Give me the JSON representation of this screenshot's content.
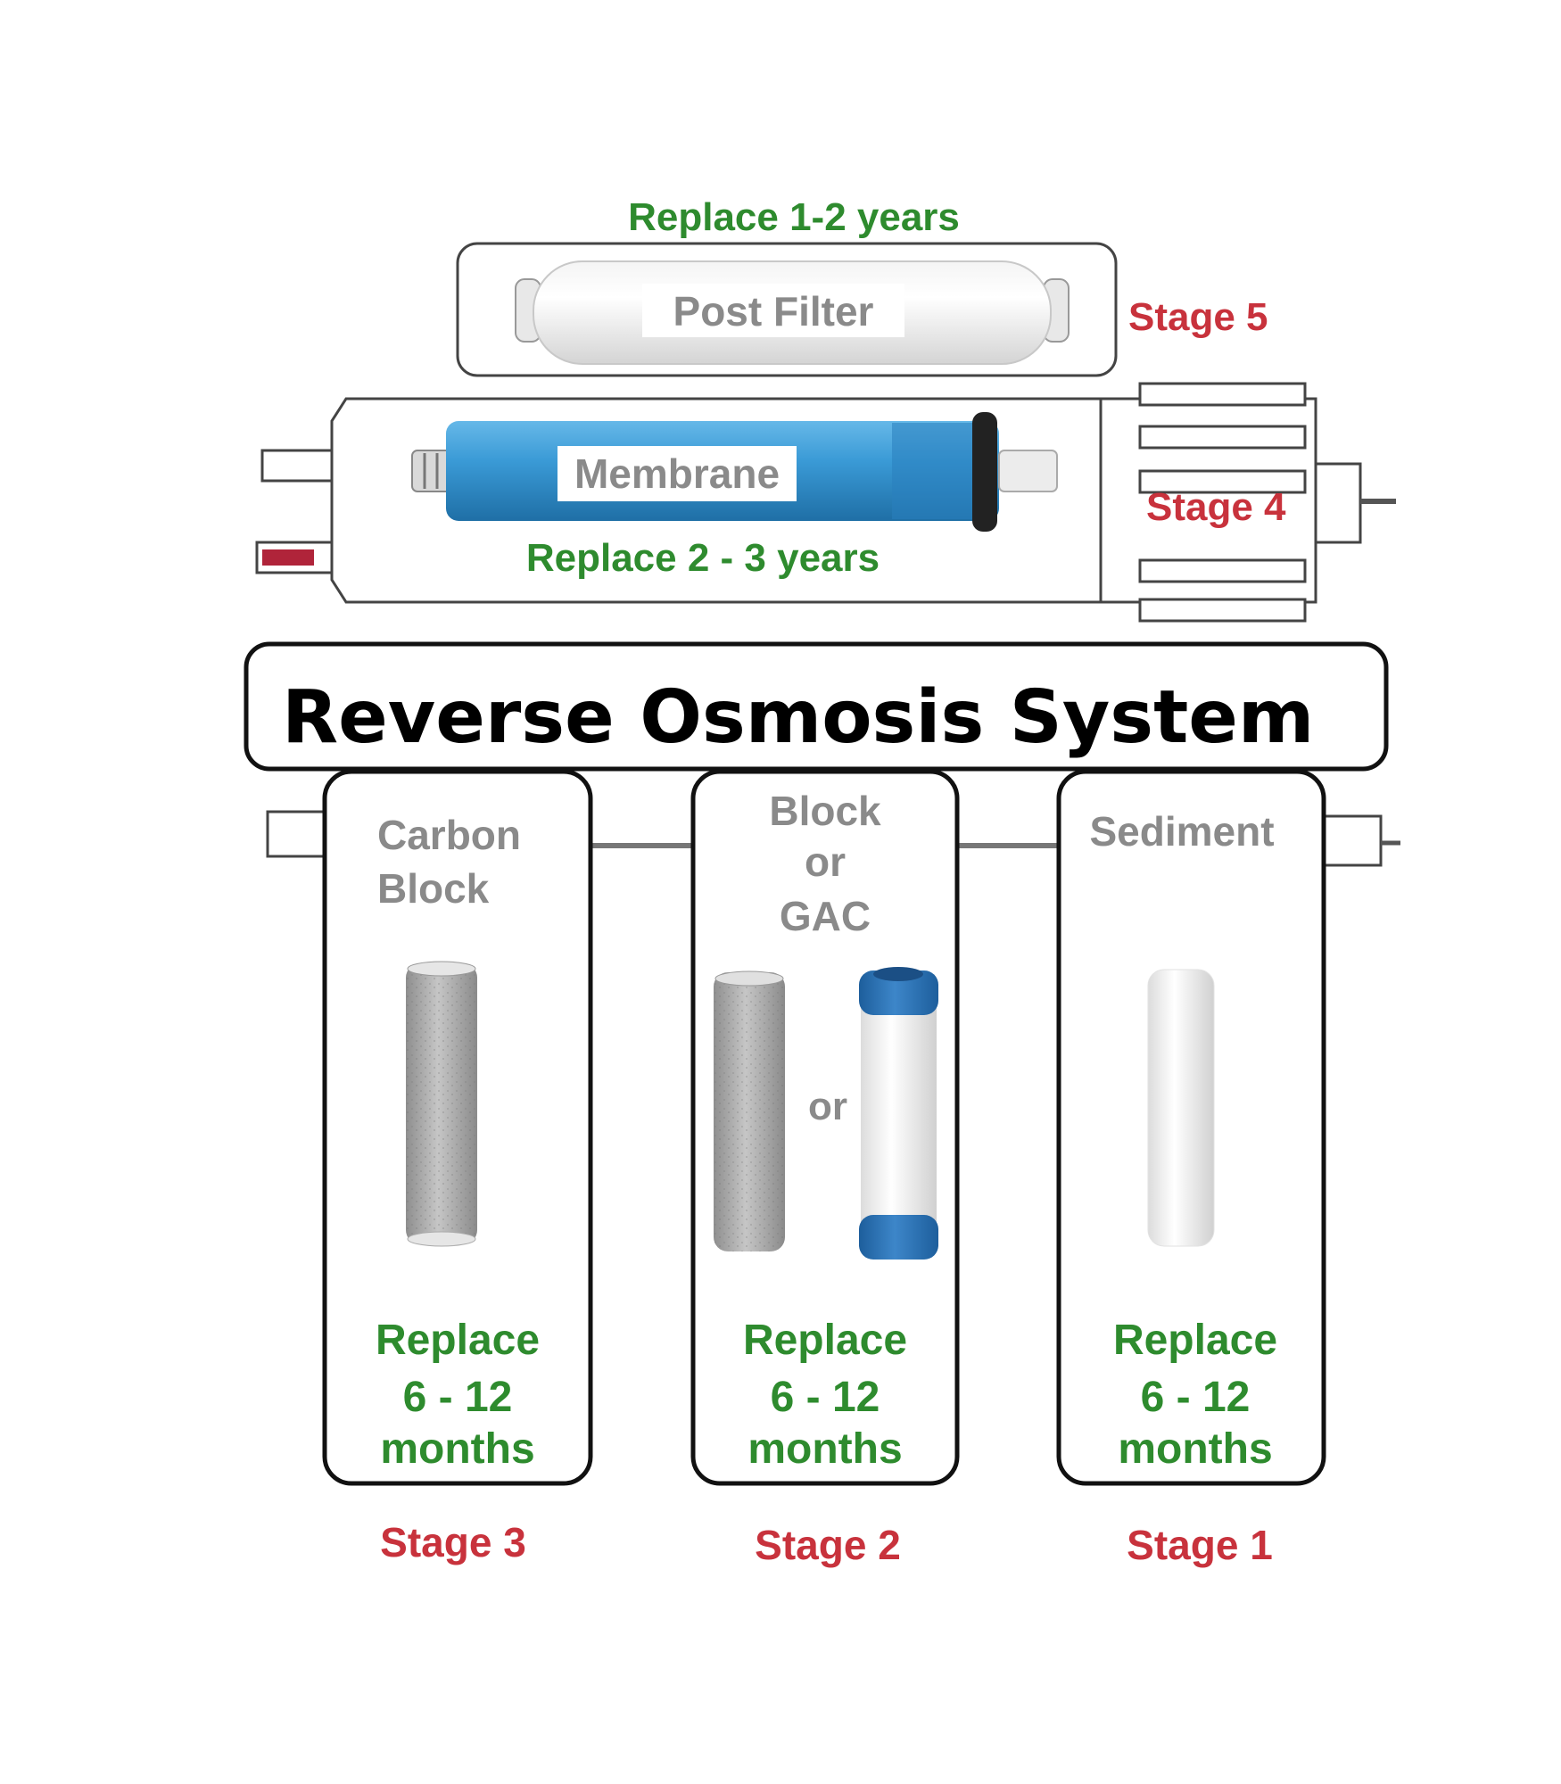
{
  "title": "Reverse Osmosis System",
  "stage5": {
    "stage_label": "Stage 5",
    "filter_name": "Post Filter",
    "replace_text": "Replace 1-2 years"
  },
  "stage4": {
    "stage_label": "Stage 4",
    "filter_name": "Membrane",
    "replace_text": "Replace 2 - 3 years"
  },
  "stage3": {
    "stage_label": "Stage 3",
    "name_lines": [
      "Carbon",
      "Block"
    ],
    "replace_lines": [
      "Replace",
      "6 - 12",
      "months"
    ]
  },
  "stage2": {
    "stage_label": "Stage 2",
    "name_lines": [
      "Block",
      "or",
      "GAC"
    ],
    "or_text": "or",
    "replace_lines": [
      "Replace",
      "6 - 12",
      "months"
    ]
  },
  "stage1": {
    "stage_label": "Stage 1",
    "name_lines": [
      "Sediment"
    ],
    "replace_lines": [
      "Replace",
      "6 - 12",
      "months"
    ]
  },
  "colors": {
    "replace_green": "#2e8b2e",
    "stage_red": "#c8323c",
    "name_gray": "#8a8a8a",
    "membrane_blue": "#3a9ad6",
    "outline": "#222222"
  }
}
